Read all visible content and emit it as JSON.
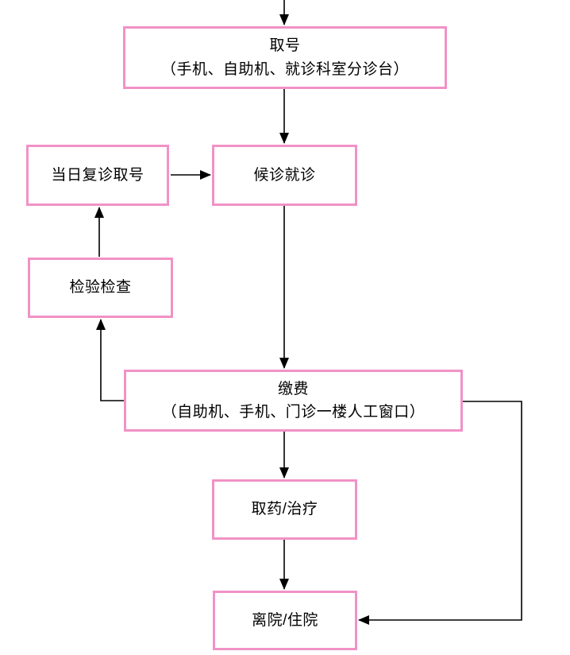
{
  "diagram": {
    "type": "flowchart",
    "box_border_color": "#F192C6",
    "arrow_color": "#000000",
    "background_color": "#FFFFFF",
    "nodes": {
      "get_number": {
        "line1": "取号",
        "line2": "（手机、自助机、就诊科室分诊台）"
      },
      "same_day_return": {
        "label": "当日复诊取号"
      },
      "wait_and_visit": {
        "label": "候诊就诊"
      },
      "lab_exam": {
        "label": "检验检查"
      },
      "payment": {
        "line1": "缴费",
        "line2": "（自助机、手机、门诊一楼人工窗口）"
      },
      "medicine_treatment": {
        "label": "取药/治疗"
      },
      "discharge": {
        "label": "离院/住院"
      }
    },
    "edges": [
      {
        "from": "start-top-of-page",
        "to": "get_number",
        "direction": "down"
      },
      {
        "from": "get_number",
        "to": "wait_and_visit",
        "direction": "down"
      },
      {
        "from": "same_day_return",
        "to": "wait_and_visit",
        "direction": "right"
      },
      {
        "from": "wait_and_visit",
        "to": "payment",
        "direction": "down"
      },
      {
        "from": "lab_exam",
        "to": "same_day_return",
        "direction": "up"
      },
      {
        "from": "payment",
        "to": "lab_exam",
        "direction": "left-then-up"
      },
      {
        "from": "payment",
        "to": "medicine_treatment",
        "direction": "down"
      },
      {
        "from": "medicine_treatment",
        "to": "discharge",
        "direction": "down"
      },
      {
        "from": "payment",
        "to": "discharge",
        "direction": "right-then-down-then-left"
      }
    ]
  }
}
